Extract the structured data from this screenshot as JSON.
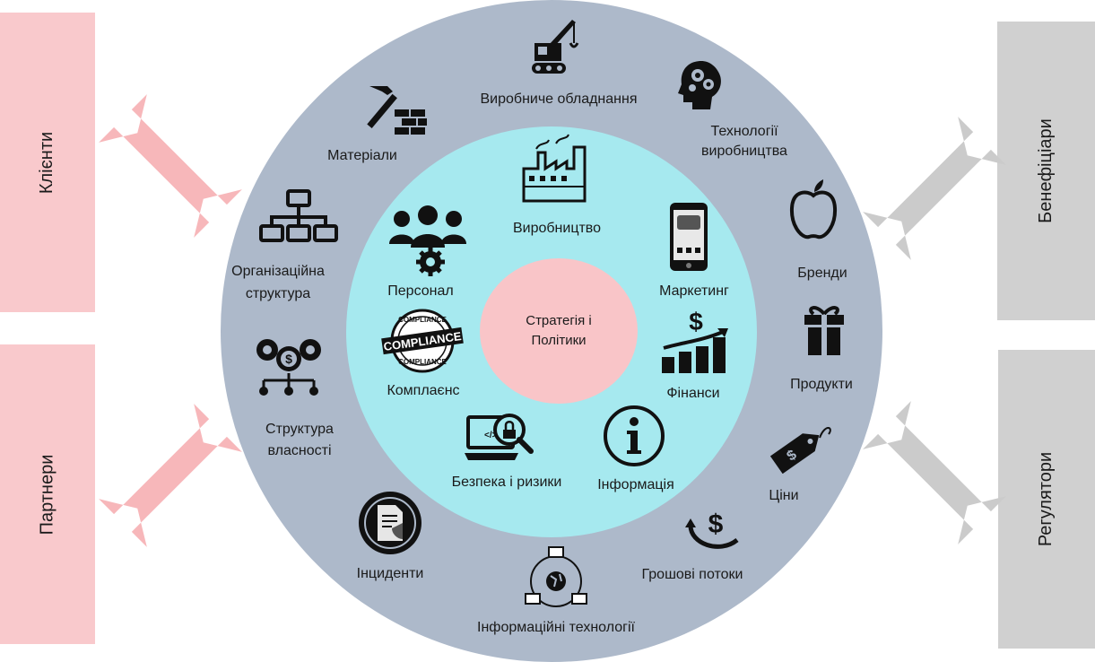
{
  "side_boxes": {
    "clients": "Клієнти",
    "partners": "Партнери",
    "beneficiaries": "Бенефіціари",
    "regulators": "Регулятори"
  },
  "core": {
    "line1": "Стратегія і",
    "line2": "Політики"
  },
  "inner_ring": {
    "production": "Виробництво",
    "personnel": "Персонал",
    "marketing": "Маркетинг",
    "compliance": "Комплаєнс",
    "finance": "Фінанси",
    "security": "Безпека і ризики",
    "information": "Інформація",
    "compliance_stamp_big": "COMPLIANCE",
    "compliance_stamp_small": "COMPLIANCE"
  },
  "outer_ring": {
    "equipment": "Виробниче обладнання",
    "technology_1": "Технології",
    "technology_2": "виробництва",
    "materials": "Матеріали",
    "org_1": "Організаційна",
    "org_2": "структура",
    "brands": "Бренди",
    "products": "Продукти",
    "ownership_1": "Структура",
    "ownership_2": "власності",
    "prices": "Ціни",
    "incidents": "Інциденти",
    "cashflow": "Грошові потоки",
    "it": "Інформаційні технології"
  },
  "colors": {
    "pink": "#f9c9cc",
    "grey": "#d0d0d0",
    "outer_ring": "#adb9ca",
    "middle_ring": "#a6e9ef",
    "core": "#f9c5c8"
  },
  "icons": [
    "crane-icon",
    "head-gears-icon",
    "hammer-bricks-icon",
    "apple-icon",
    "factory-icon",
    "org-chart-icon",
    "people-gear-icon",
    "smartphone-icon",
    "compliance-stamp-icon",
    "dollar-bars-icon",
    "gift-icon",
    "gears-ownership-icon",
    "laptop-lock-icon",
    "info-icon",
    "price-tag-icon",
    "incident-document-icon",
    "cashflow-icon",
    "network-globe-icon"
  ]
}
